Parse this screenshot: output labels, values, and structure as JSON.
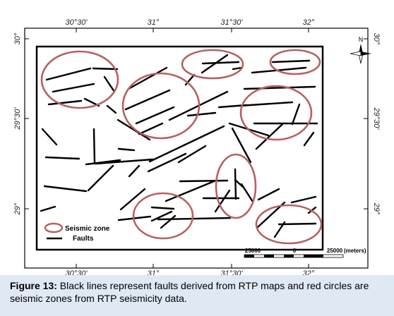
{
  "map": {
    "lon_ticks": [
      "30°30'",
      "31°",
      "31°30'",
      "32°"
    ],
    "lat_ticks": [
      "30°",
      "29°30'",
      "29°"
    ],
    "north_label": "N",
    "legend": {
      "seismic_zone": "Seismic zone",
      "faults": "Faults"
    },
    "scale_bar": {
      "labels": [
        "25000",
        "0",
        "25000"
      ],
      "unit": "(meters)"
    },
    "colors": {
      "fault": "#000000",
      "seismic_zone": "#b5625f",
      "frame": "#000000"
    }
  },
  "caption": {
    "label": "Figure 13:",
    "text": "Black lines represent faults derived from RTP maps and red circles are seismic zones from RTP seismicity data."
  }
}
